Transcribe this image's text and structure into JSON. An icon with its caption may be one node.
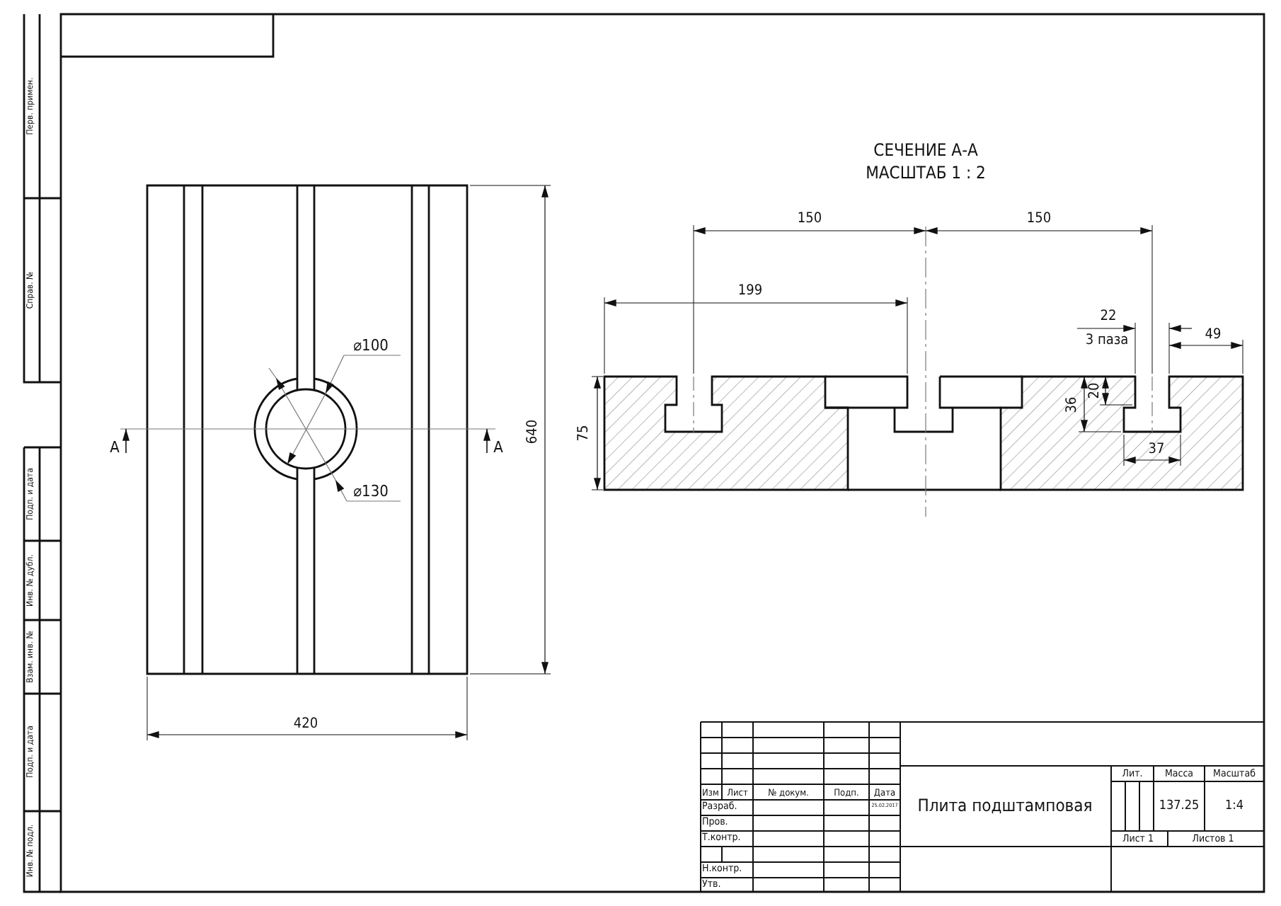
{
  "diagram": {
    "labels": [
      "Перв. примен.",
      "Справ. №",
      "Подп. и дата",
      "Инв. № дубл.",
      "Взам. инв. №",
      "Подп. и дата",
      "Инв. № подл.",
      "СЕЧЕНИЕ А-А",
      "МАСШТАБ 1 : 2",
      "150",
      "150",
      "199",
      "22",
      "3 паза",
      "49",
      "75",
      "36",
      "20",
      "37",
      "⌀100",
      "A",
      "A",
      "640",
      "⌀130",
      "420",
      "Изм",
      "Лист",
      "№ докум.",
      "Подп.",
      "Дата",
      "Разраб.",
      "25.02.2017",
      "Пров.",
      "Т.контр.",
      "Н.контр.",
      "Утв.",
      "Плита подштамповая",
      "Лит.",
      "Масса",
      "Масштаб",
      "137.25",
      "1:4",
      "Лист 1",
      "Листов 1"
    ]
  }
}
